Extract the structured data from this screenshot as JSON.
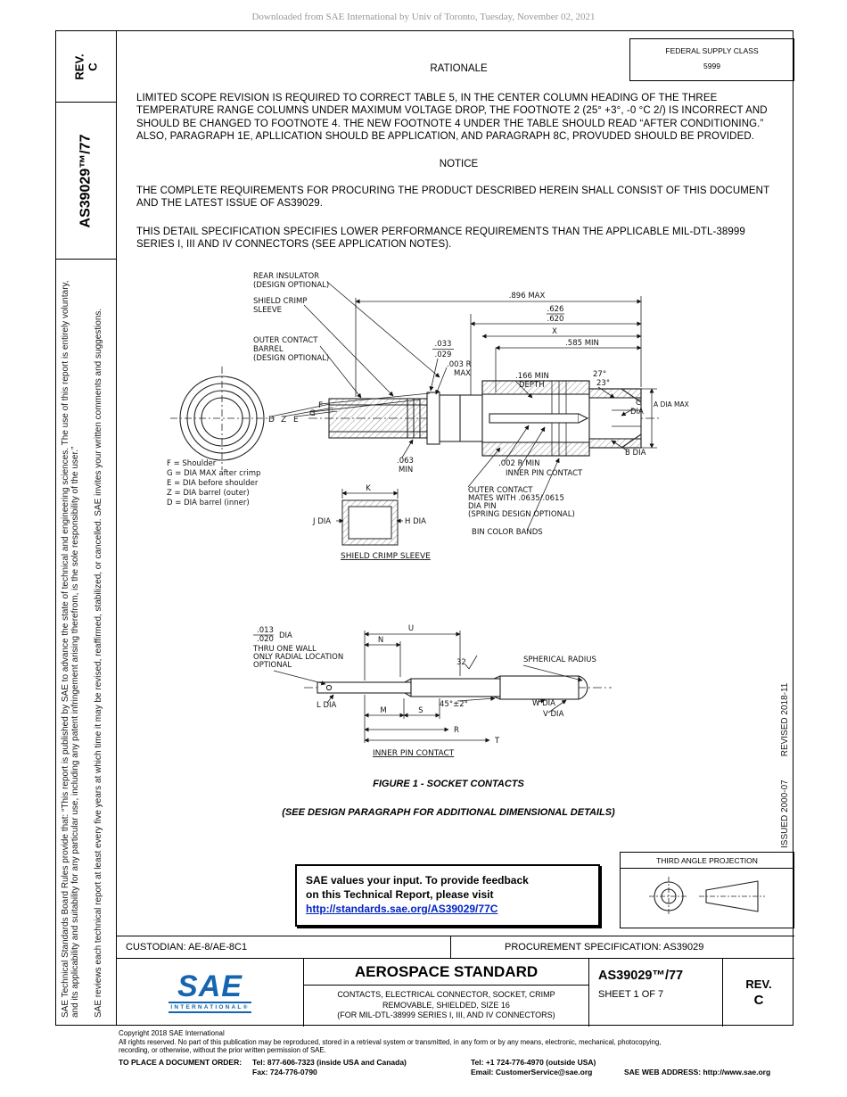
{
  "colors": {
    "link_blue": "#0023c4",
    "logo_blue": "#1565b0"
  },
  "watermark": "Downloaded from SAE International by Univ of Toronto, Tuesday, November 02, 2021",
  "sidebar": {
    "rev_line1": "REV.",
    "rev_line2": "C",
    "doc_number": "AS39029™/77",
    "legal_text_1": "SAE Technical Standards Board Rules provide that: “This report is published by SAE to advance the state of technical and engineering sciences. The use of this report is entirely voluntary, and its applicability and suitability for any particular use, including any patent infringement arising therefrom, is the sole responsibility of the user.”",
    "legal_text_2": "SAE reviews each technical report at least every five years at which time it may be revised, reaffirmed, stabilized, or cancelled. SAE invites your written comments and suggestions."
  },
  "right_margin": {
    "issued": "ISSUED 2000-07",
    "revised": "REVISED 2018-11"
  },
  "header": {
    "federal_supply_class": "FEDERAL SUPPLY CLASS",
    "federal_supply_code": "5999"
  },
  "rationale": {
    "heading": "RATIONALE",
    "body": "LIMITED SCOPE REVISION IS REQUIRED TO CORRECT TABLE 5, IN THE CENTER COLUMN HEADING OF THE THREE TEMPERATURE RANGE COLUMNS UNDER MAXIMUM VOLTAGE DROP, THE FOOTNOTE 2 (25° +3°, -0 °C 2/) IS INCORRECT AND SHOULD BE CHANGED TO FOOTNOTE 4. THE NEW FOOTNOTE 4 UNDER THE TABLE SHOULD READ “AFTER CONDITIONING.” ALSO, PARAGRAPH 1E, APLLICATION SHOULD BE APPLICATION, AND PARAGRAPH 8C, PROVUDED SHOULD BE PROVIDED."
  },
  "notice": {
    "heading": "NOTICE",
    "para1": "THE COMPLETE REQUIREMENTS FOR PROCURING THE PRODUCT DESCRIBED HEREIN SHALL CONSIST OF THIS DOCUMENT AND THE LATEST ISSUE OF AS39029.",
    "para2": "THIS DETAIL SPECIFICATION SPECIFIES LOWER PERFORMANCE REQUIREMENTS THAN THE APPLICABLE MIL-DTL-38999 SERIES I, III AND IV CONNECTORS (SEE APPLICATION NOTES)."
  },
  "figure": {
    "caption": "FIGURE 1 - SOCKET CONTACTS",
    "subcaption": "(SEE DESIGN PARAGRAPH FOR ADDITIONAL DIMENSIONAL DETAILS)",
    "labels": {
      "rear_insulator1": "REAR INSULATOR",
      "rear_insulator2": "(DESIGN OPTIONAL)",
      "shield_crimp1": "SHIELD CRIMP",
      "shield_crimp2": "SLEEVE",
      "outer_barrel1": "OUTER CONTACT",
      "outer_barrel2": "BARREL",
      "outer_barrel3": "(DESIGN OPTIONAL)",
      "dim_896": ".896 MAX",
      "dim_626": ".626",
      "dim_620": ".620",
      "dim_x": "X",
      "dim_585": ".585 MIN",
      "dim_033": ".033",
      "dim_029": ".029",
      "dim_003r": ".003 R",
      "dim_003r2": "MAX",
      "dim_166": ".166 MIN",
      "dim_166b": "DEPTH",
      "angle_27": "27°",
      "angle_23": "23°",
      "c_label": "C",
      "c_dia": "DIA",
      "a_dia_max": "A DIA MAX",
      "b_dia": "B DIA",
      "dim_063": ".063",
      "dim_063b": "MIN",
      "dim_002r": ".002 R MIN",
      "inner_pin_label": "INNER PIN CONTACT",
      "outer_mates1": "OUTER CONTACT",
      "outer_mates2": "MATES WITH .0635/.0615",
      "outer_mates3": "DIA PIN",
      "outer_mates4": "(SPRING DESIGN OPTIONAL)",
      "bin_bands": "BIN COLOR BANDS",
      "leg_f": "F = Shoulder",
      "leg_g": "G = DIA MAX after crimp",
      "leg_e": "E = DIA before shoulder",
      "leg_z": "Z = DIA barrel (outer)",
      "leg_d": "D = DIA barrel (inner)",
      "letter_d": "D",
      "letter_z": "Z",
      "letter_e": "E",
      "letter_g": "G",
      "letter_f": "F",
      "dim_k": "K",
      "j_dia": "J DIA",
      "h_dia": "H DIA",
      "sleeve_caption": "SHIELD CRIMP SLEEVE",
      "dim_013": ".013",
      "dim_020": ".020",
      "dia_word": "DIA",
      "thru1": "THRU ONE WALL",
      "thru2": "ONLY RADIAL LOCATION",
      "thru3": "OPTIONAL",
      "dim_n": "N",
      "dim_u": "U",
      "finish_32": "32",
      "spherical": "SPHERICAL RADIUS",
      "angle_45": "45°±2°",
      "l_dia": "L DIA",
      "dim_m": "M",
      "dim_s": "S",
      "dim_r": "R",
      "dim_t": "T",
      "w_dia": "W DIA",
      "v_dia": "V DIA",
      "pin_caption": "INNER PIN CONTACT"
    }
  },
  "feedback": {
    "line1": "SAE values your input. To provide feedback",
    "line2": "on this Technical Report, please visit",
    "link": "http://standards.sae.org/AS39029/77C"
  },
  "projection_box": {
    "title": "THIRD ANGLE PROJECTION"
  },
  "custodian_row": {
    "custodian": "CUSTODIAN: AE-8/AE-8C1",
    "procurement": "PROCUREMENT SPECIFICATION: AS39029"
  },
  "title_block": {
    "standard_type": "AEROSPACE STANDARD",
    "title_line1": "CONTACTS, ELECTRICAL CONNECTOR, SOCKET, CRIMP",
    "title_line2": "REMOVABLE, SHIELDED, SIZE 16",
    "title_line3": "(FOR MIL-DTL-38999 SERIES I, III, AND IV CONNECTORS)",
    "doc_number": "AS39029™/77",
    "sheet": "SHEET 1 OF 7",
    "rev_label": "REV.",
    "rev_value": "C",
    "logo_text": "SAE",
    "logo_sub": "INTERNATIONAL®"
  },
  "footer": {
    "copyright": "Copyright 2018 SAE International",
    "rights1": "All rights reserved. No part of this publication may be reproduced, stored in a retrieval system or transmitted, in any form or by any means, electronic, mechanical, photocopying,",
    "rights2": "recording, or otherwise, without the prior written permission of SAE.",
    "order_label": "TO PLACE A DOCUMENT ORDER:",
    "tel_usa": "Tel: 877-606-7323 (inside USA and Canada)",
    "tel_intl": "Tel: +1 724-776-4970 (outside USA)",
    "fax": "Fax: 724-776-0790",
    "email": "Email: CustomerService@sae.org",
    "web": "SAE WEB ADDRESS: http://www.sae.org"
  }
}
